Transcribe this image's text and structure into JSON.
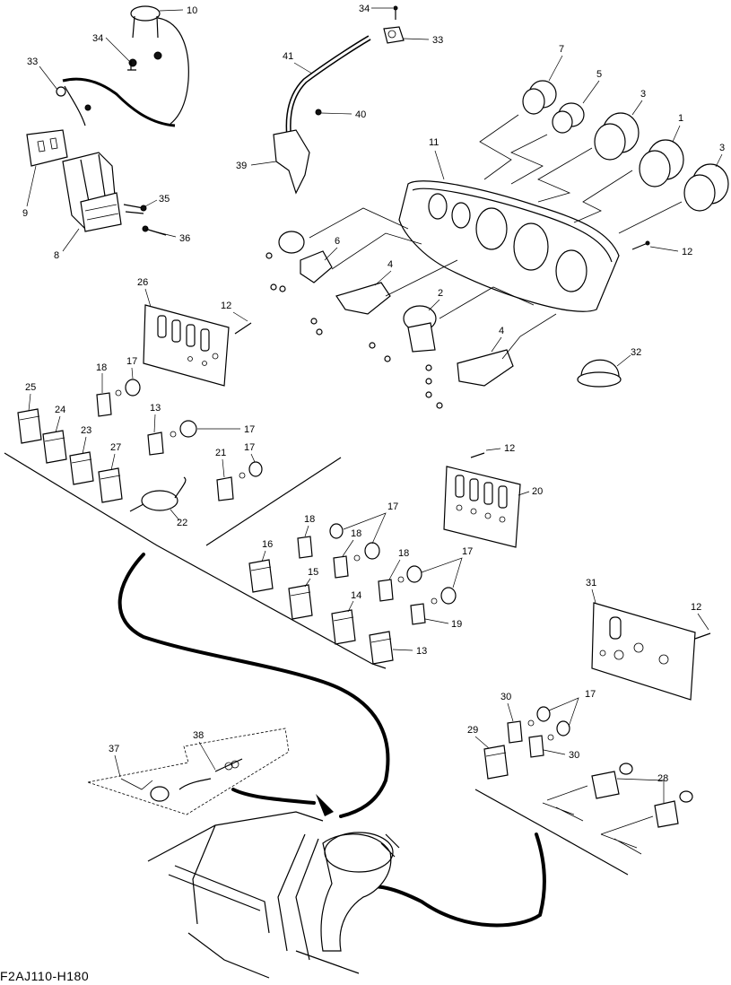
{
  "drawing_code": "F2AJ110-H180",
  "callouts": [
    "10",
    "34",
    "33",
    "33",
    "34",
    "41",
    "40",
    "39",
    "9",
    "35",
    "8",
    "36",
    "7",
    "5",
    "3",
    "1",
    "3",
    "11",
    "12",
    "6",
    "4",
    "2",
    "4",
    "32",
    "26",
    "12",
    "18",
    "17",
    "25",
    "24",
    "23",
    "27",
    "13",
    "17",
    "21",
    "17",
    "22",
    "12",
    "20",
    "16",
    "18",
    "17",
    "18",
    "15",
    "18",
    "17",
    "14",
    "19",
    "13",
    "31",
    "12",
    "30",
    "17",
    "29",
    "30",
    "28",
    "37",
    "38"
  ]
}
